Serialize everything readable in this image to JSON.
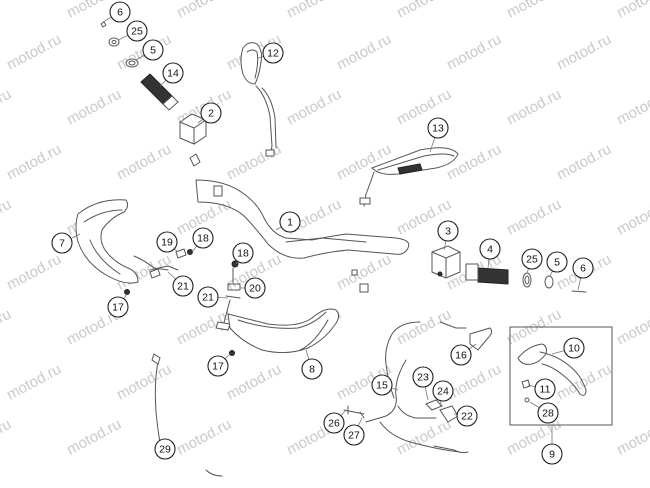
{
  "watermark": "motod.ru",
  "callouts": [
    {
      "id": "c6a",
      "label": "6"
    },
    {
      "id": "c25a",
      "label": "25"
    },
    {
      "id": "c5a",
      "label": "5"
    },
    {
      "id": "c14",
      "label": "14"
    },
    {
      "id": "c12",
      "label": "12"
    },
    {
      "id": "c2",
      "label": "2"
    },
    {
      "id": "c13",
      "label": "13"
    },
    {
      "id": "c1",
      "label": "1"
    },
    {
      "id": "c7",
      "label": "7"
    },
    {
      "id": "c19",
      "label": "19"
    },
    {
      "id": "c18a",
      "label": "18"
    },
    {
      "id": "c18b",
      "label": "18"
    },
    {
      "id": "c3",
      "label": "3"
    },
    {
      "id": "c4",
      "label": "4"
    },
    {
      "id": "c25b",
      "label": "25"
    },
    {
      "id": "c5b",
      "label": "5"
    },
    {
      "id": "c6b",
      "label": "6"
    },
    {
      "id": "c21a",
      "label": "21"
    },
    {
      "id": "c20",
      "label": "20"
    },
    {
      "id": "c21b",
      "label": "21"
    },
    {
      "id": "c17a",
      "label": "17"
    },
    {
      "id": "c17b",
      "label": "17"
    },
    {
      "id": "c8",
      "label": "8"
    },
    {
      "id": "c10",
      "label": "10"
    },
    {
      "id": "c16",
      "label": "16"
    },
    {
      "id": "c11",
      "label": "11"
    },
    {
      "id": "c23",
      "label": "23"
    },
    {
      "id": "c15",
      "label": "15"
    },
    {
      "id": "c24",
      "label": "24"
    },
    {
      "id": "c28",
      "label": "28"
    },
    {
      "id": "c22",
      "label": "22"
    },
    {
      "id": "c26",
      "label": "26"
    },
    {
      "id": "c27",
      "label": "27"
    },
    {
      "id": "c9",
      "label": "9"
    },
    {
      "id": "c29",
      "label": "29"
    }
  ]
}
